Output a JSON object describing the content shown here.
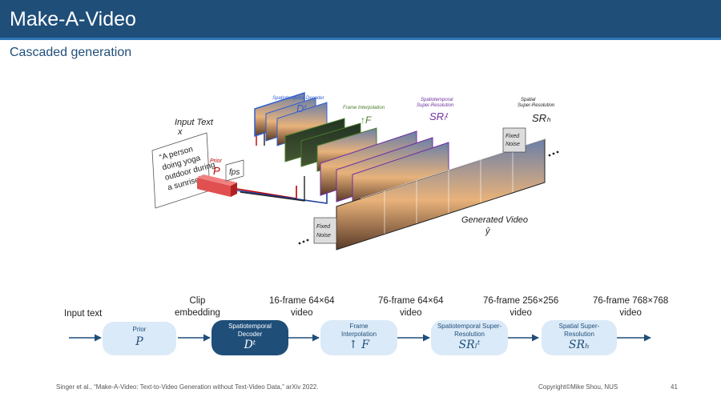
{
  "slide": {
    "title": "Make-A-Video",
    "subtitle": "Cascaded generation",
    "citation": "Singer et al., “Make-A-Video: Text-to-Video Generation without Text-Video Data,” arXiv 2022.",
    "copyright": "Copyright©Mike Shou, NUS",
    "page_number": "41"
  },
  "figure": {
    "input_text_label": "Input Text",
    "input_var": "x",
    "prompt": [
      "“A person",
      "doing yoga",
      "outdoor during",
      "a sunrise”"
    ],
    "prior_label": "Prior",
    "prior_symbol": "P",
    "fps_label": "fps",
    "decoder_label": "Spatiotemporal Decoder",
    "decoder_symbol": "Dᵗ",
    "interp_label": "Frame Interpolation",
    "interp_symbol": "↑F",
    "sr_l_label": [
      "Spatiotemporal",
      "Super-Resolution"
    ],
    "sr_l_symbol": "SRₗᵗ",
    "sr_h_label": [
      "Spatial",
      "Super-Resolution"
    ],
    "sr_h_symbol": "SRₕ",
    "fixed_noise": [
      "Fixed",
      "Noise"
    ],
    "generated_label": "Generated Video",
    "generated_var": "ŷ"
  },
  "pipeline": {
    "stages": [
      {
        "lines": [
          "Input text"
        ]
      },
      {
        "lines": [
          "Clip",
          "embedding"
        ]
      },
      {
        "lines": [
          "16-frame 64×64",
          "video"
        ]
      },
      {
        "lines": [
          "76-frame 64×64",
          "video"
        ]
      },
      {
        "lines": [
          "76-frame 256×256",
          "video"
        ]
      },
      {
        "lines": [
          "76-frame 768×768",
          "video"
        ]
      }
    ],
    "boxes": [
      {
        "name": "Prior",
        "symbol": "P"
      },
      {
        "name": "Spatiotemporal Decoder",
        "symbol": "Dᵗ"
      },
      {
        "name": "Frame Interpolation",
        "symbol": "↑ F"
      },
      {
        "name": "Spatiotemporal Super-Resolution",
        "symbol": "SRₗᵗ"
      },
      {
        "name": "Spatial Super-Resolution",
        "symbol": "SRₕ"
      }
    ]
  },
  "colors": {
    "title_bar": "#1f4e79",
    "box_light": "#dbeaf8",
    "box_dark": "#1f4e79",
    "prior_red": "#c00000",
    "decoder_blue": "#2f5fd0",
    "interp_green": "#4a7a2a",
    "sr_purple": "#7030a0"
  }
}
